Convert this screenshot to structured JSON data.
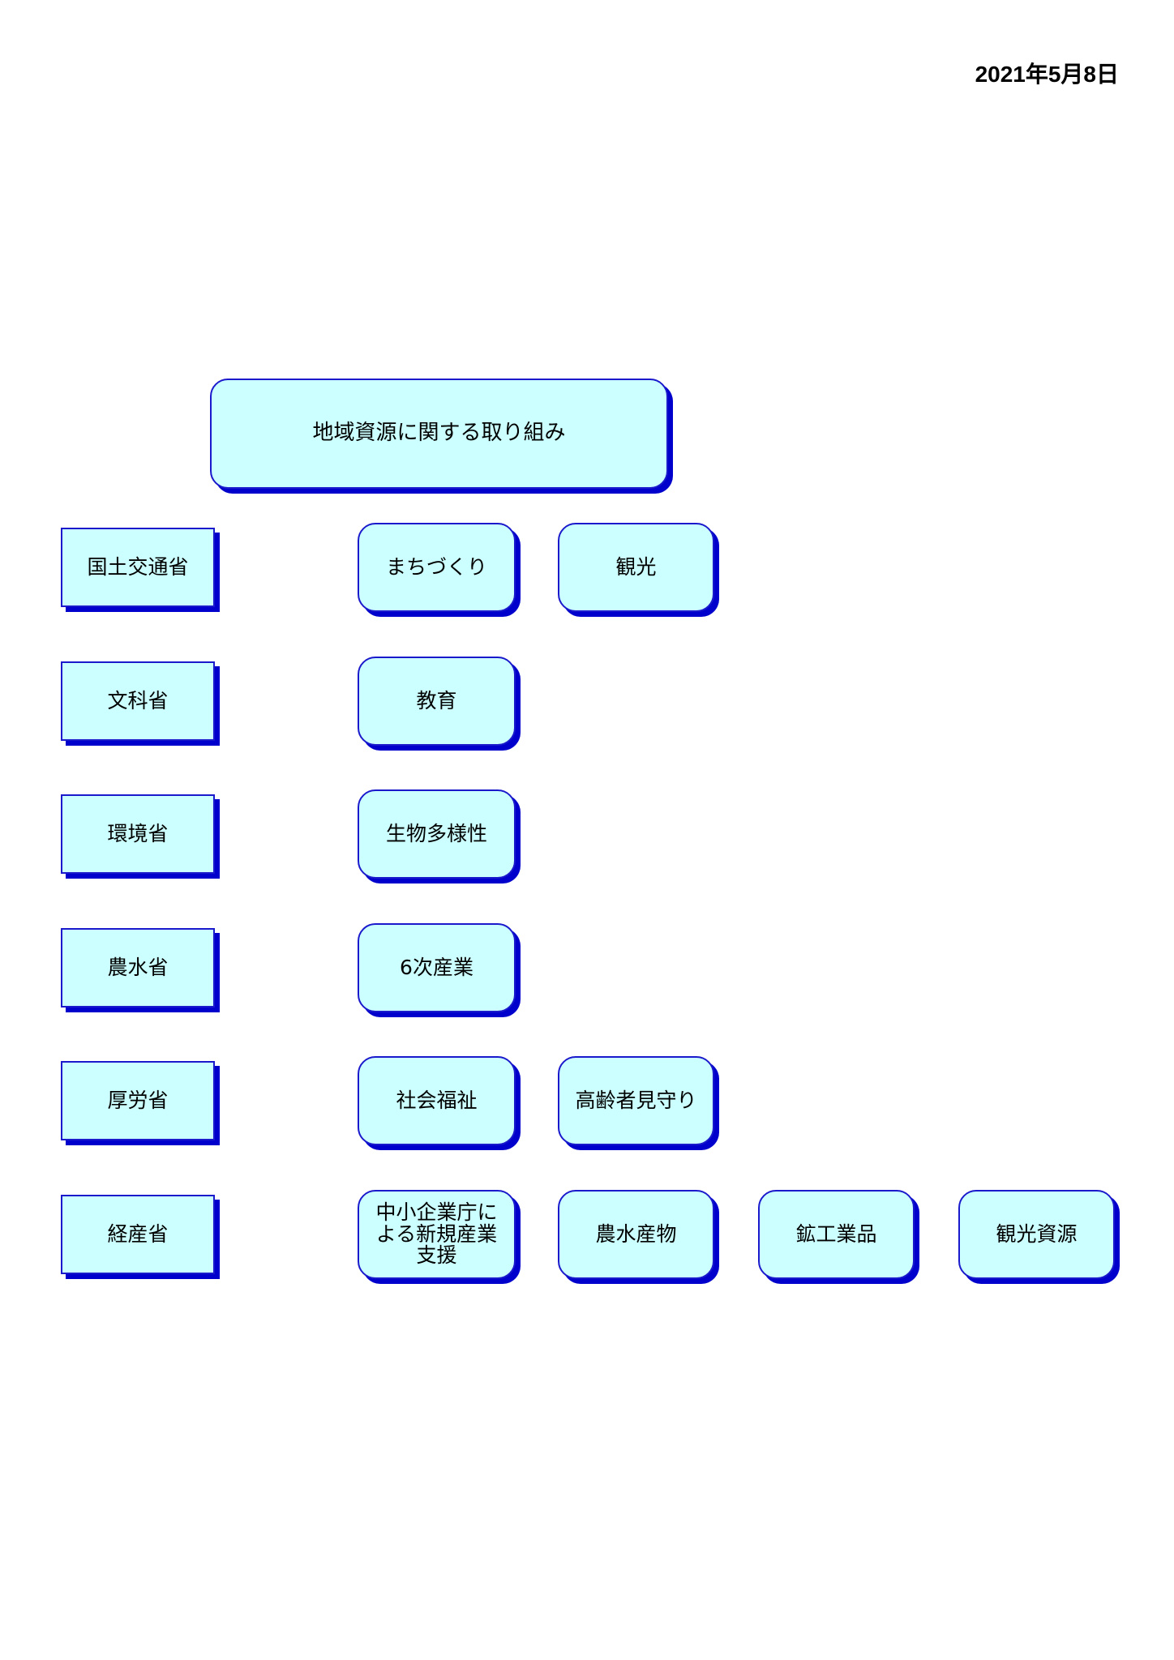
{
  "date": "2021年5月8日",
  "title": "地域資源に関する取り組み",
  "rows": [
    {
      "ministry": "国土交通省",
      "items": [
        "まちづくり",
        "観光"
      ]
    },
    {
      "ministry": "文科省",
      "items": [
        "教育"
      ]
    },
    {
      "ministry": "環境省",
      "items": [
        "生物多様性"
      ]
    },
    {
      "ministry": "農水省",
      "items": [
        "6次産業"
      ]
    },
    {
      "ministry": "厚労省",
      "items": [
        "社会福祉",
        "高齢者見守り"
      ]
    },
    {
      "ministry": "経産省",
      "items": [
        "中小企業庁による新規産業支援",
        "農水産物",
        "鉱工業品",
        "観光資源"
      ]
    }
  ],
  "colors": {
    "box_fill": "#ccffff",
    "box_border": "#1a1acc",
    "box_shadow": "#0000cc"
  }
}
